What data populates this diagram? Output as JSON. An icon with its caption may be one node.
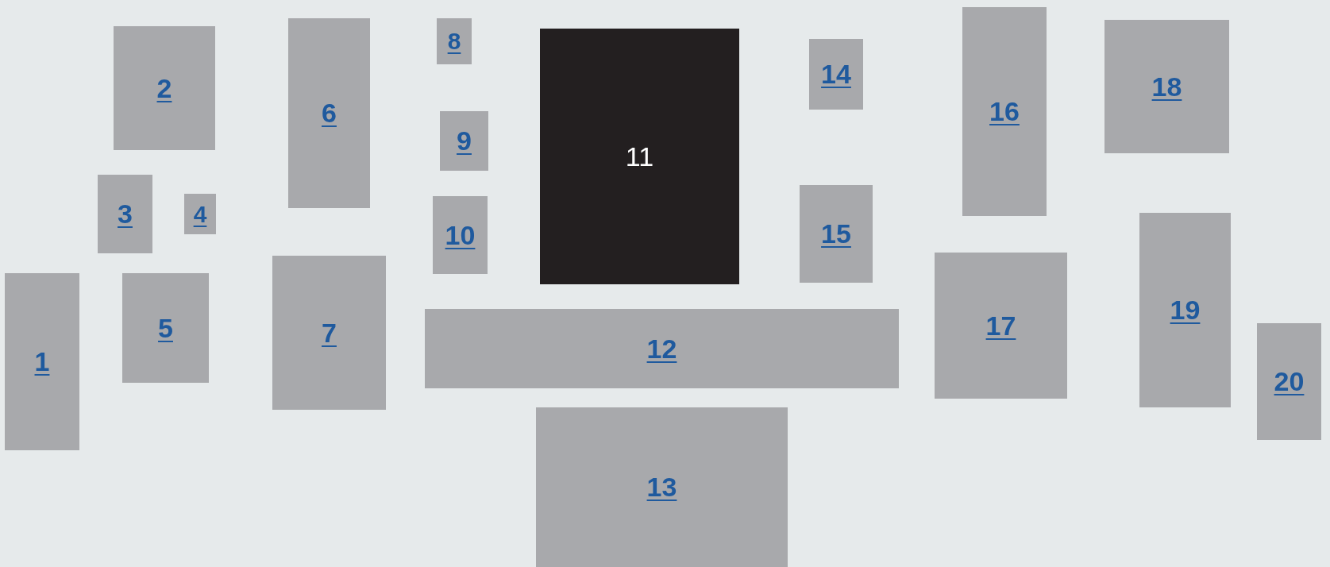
{
  "diagram": {
    "nodes": [
      {
        "text": [
          "1"
        ]
      },
      {
        "text": [
          "2"
        ]
      },
      {
        "text": [
          "3"
        ]
      },
      {
        "text": [
          "4"
        ]
      },
      {
        "text": [
          "5"
        ]
      },
      {
        "text": [
          "6"
        ]
      },
      {
        "text": [
          "7"
        ]
      },
      {
        "text": [
          "8"
        ]
      },
      {
        "text": [
          "9"
        ]
      },
      {
        "text": [
          "10"
        ]
      },
      {
        "text": [
          "11"
        ]
      },
      {
        "text": [
          "12"
        ]
      },
      {
        "text": [
          "13"
        ]
      },
      {
        "text": [
          "14"
        ]
      },
      {
        "text": [
          "15"
        ]
      },
      {
        "text": [
          "16"
        ]
      },
      {
        "text": [
          "17"
        ]
      },
      {
        "text": [
          "18"
        ]
      },
      {
        "text": [
          "19"
        ]
      },
      {
        "text": [
          "20"
        ]
      }
    ]
  }
}
